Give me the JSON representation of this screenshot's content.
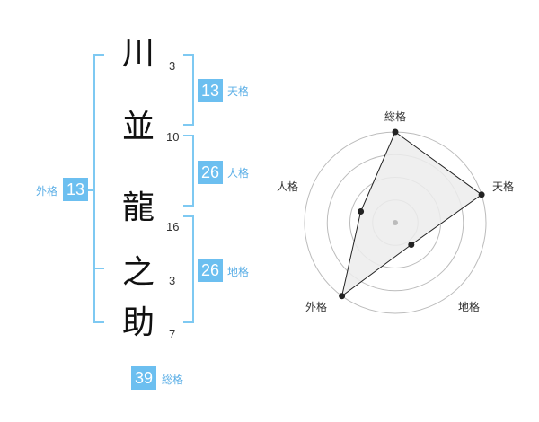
{
  "colors": {
    "accent": "#6cbff0",
    "accent_text": "#5aaee6",
    "bracket": "#7ec9f2",
    "char": "#111111",
    "grid": "#bbbbbb",
    "fill": "#ececec",
    "polygon_line": "#222222"
  },
  "name_chars": [
    {
      "char": "川",
      "strokes": "3"
    },
    {
      "char": "並",
      "strokes": "10"
    },
    {
      "char": "龍",
      "strokes": "16"
    },
    {
      "char": "之",
      "strokes": "3"
    },
    {
      "char": "助",
      "strokes": "7"
    }
  ],
  "fortunes": {
    "tenkaku": {
      "value": "13",
      "label": "天格"
    },
    "jinkaku": {
      "value": "26",
      "label": "人格"
    },
    "chikaku": {
      "value": "26",
      "label": "地格"
    },
    "gaikaku": {
      "value": "13",
      "label": "外格"
    },
    "soukaku": {
      "value": "39",
      "label": "総格"
    }
  },
  "chart_data": {
    "type": "radar",
    "axes": [
      "総格",
      "天格",
      "地格",
      "外格",
      "人格"
    ],
    "values": [
      1.0,
      1.0,
      0.3,
      1.0,
      0.4
    ],
    "grid_levels": 4
  }
}
